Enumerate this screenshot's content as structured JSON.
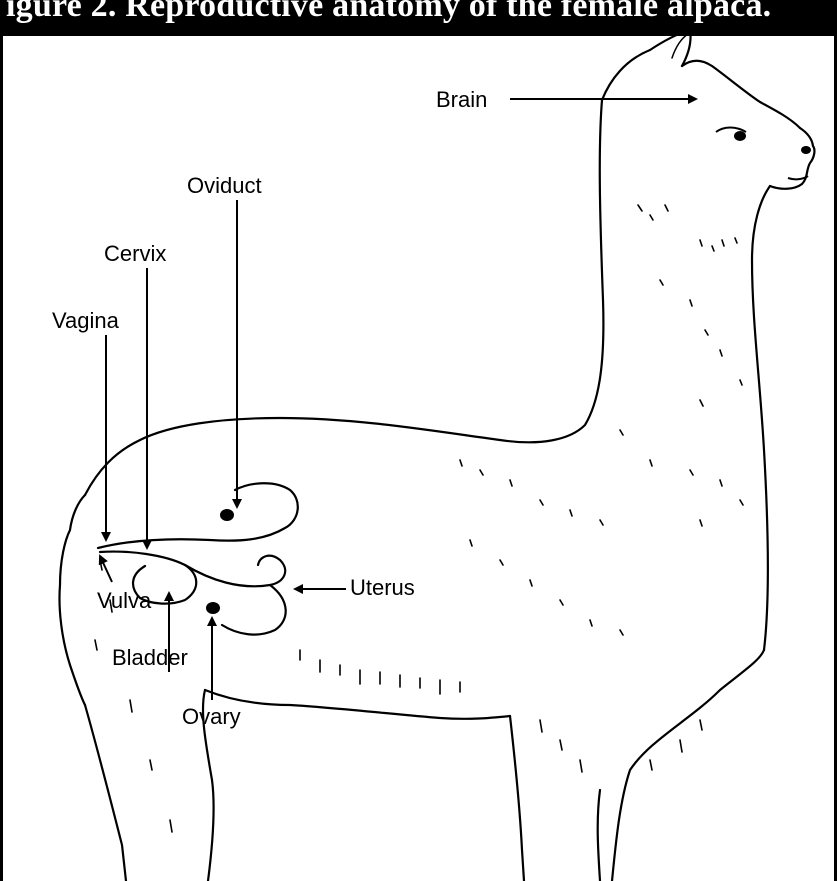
{
  "header": {
    "title": "igure 2. Reproductive anatomy of the female alpaca."
  },
  "labels": {
    "brain": "Brain",
    "oviduct": "Oviduct",
    "cervix": "Cervix",
    "vagina": "Vagina",
    "uterus": "Uterus",
    "vulva": "Vulva",
    "bladder": "Bladder",
    "ovary": "Ovary"
  },
  "colors": {
    "header_background": "#000000",
    "header_text": "#ffffff",
    "line_art": "#000000",
    "background": "#ffffff"
  }
}
